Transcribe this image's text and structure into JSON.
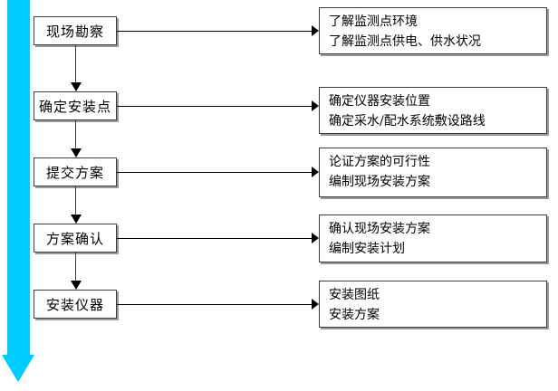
{
  "diagram": {
    "type": "flowchart",
    "accent_color": "#00ccff",
    "line_color": "#000000",
    "box_border_color": "#3c3c3c",
    "box_shadow_color": "#9a9a9a",
    "steps": [
      {
        "label": "现场勘察",
        "details": [
          "了解监测点环境",
          "了解监测点供电、供水状况"
        ]
      },
      {
        "label": "确定安装点",
        "details": [
          "确定仪器安装位置",
          "确定采水/配水系统敷设路线"
        ]
      },
      {
        "label": "提交方案",
        "details": [
          "论证方案的可行性",
          "编制现场安装方案"
        ]
      },
      {
        "label": "方案确认",
        "details": [
          "确认现场安装方案",
          "编制安装计划"
        ]
      },
      {
        "label": "安装仪器",
        "details": [
          "安装图纸",
          "安装方案"
        ]
      }
    ]
  }
}
